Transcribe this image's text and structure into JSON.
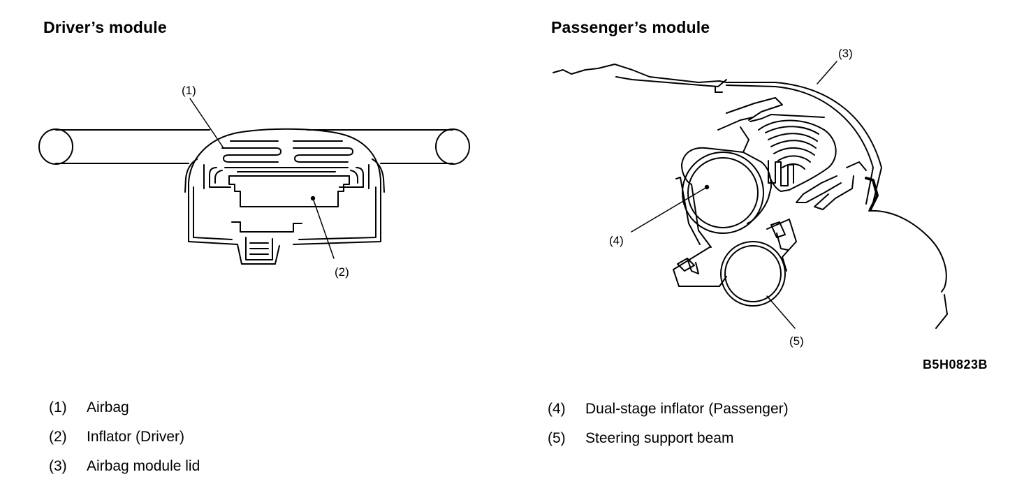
{
  "driver": {
    "title": "Driver’s module",
    "callouts": [
      "(1)",
      "(2)"
    ]
  },
  "passenger": {
    "title": "Passenger’s module",
    "callouts": [
      "(3)",
      "(4)",
      "(5)"
    ]
  },
  "figure_code": "B5H0823B",
  "legend_left": [
    {
      "num": "(1)",
      "text": "Airbag"
    },
    {
      "num": "(2)",
      "text": "Inflator (Driver)"
    },
    {
      "num": "(3)",
      "text": "Airbag module lid"
    }
  ],
  "legend_right": [
    {
      "num": "(4)",
      "text": "Dual-stage inflator (Passenger)"
    },
    {
      "num": "(5)",
      "text": "Steering support beam"
    }
  ]
}
